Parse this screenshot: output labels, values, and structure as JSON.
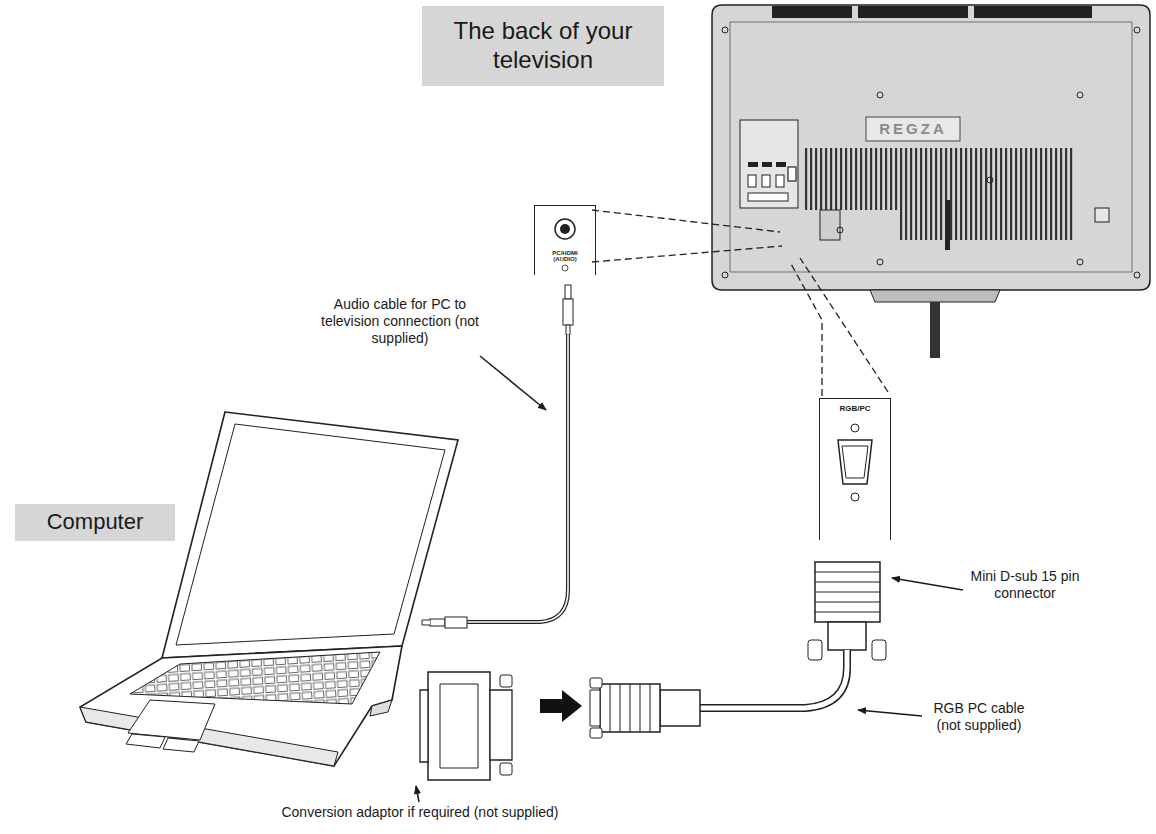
{
  "diagram": {
    "nodes": [
      {
        "text": [
          "The back of your television"
        ]
      },
      {
        "text": [
          "Computer"
        ]
      },
      {
        "text": [
          "PC/HDMI (AUDIO)"
        ]
      },
      {
        "text": [
          "RGB/PC"
        ]
      }
    ],
    "labels": [
      "REGZA",
      "Audio cable for PC to television connection (not supplied)",
      "Mini D-sub 15 pin connector",
      "RGB PC cable (not supplied)",
      "Conversion adaptor if required (not supplied)"
    ]
  }
}
